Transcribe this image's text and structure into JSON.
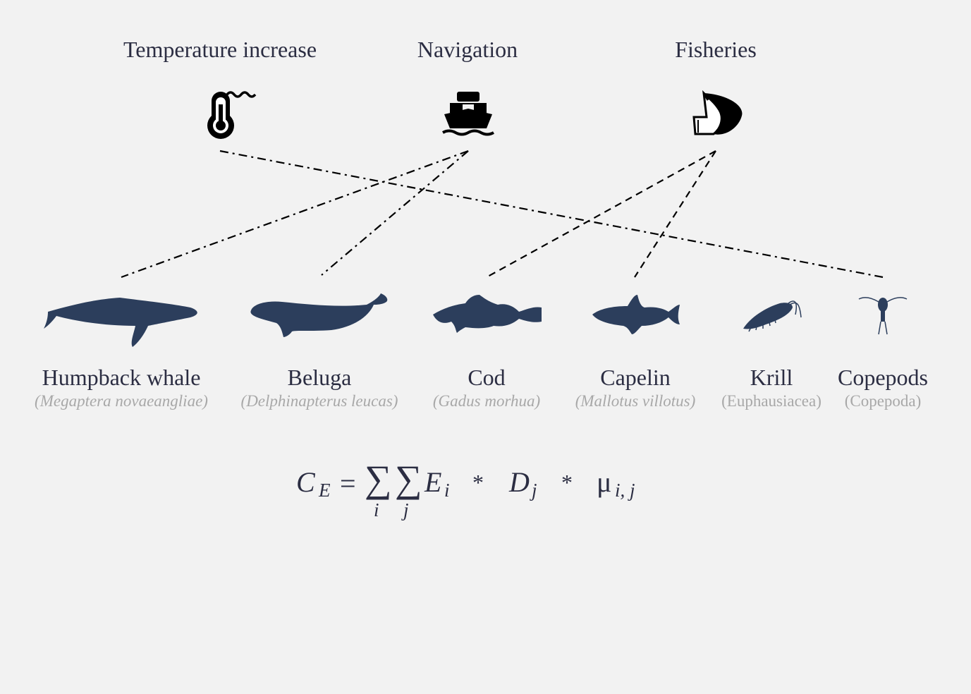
{
  "stressors": [
    {
      "label": "Temperature increase",
      "icon": "thermometer-icon"
    },
    {
      "label": "Navigation",
      "icon": "ship-icon"
    },
    {
      "label": "Fisheries",
      "icon": "fishing-net-icon"
    }
  ],
  "species": [
    {
      "name": "Humpback whale",
      "scientific": "(Megaptera novaeangliae)",
      "italic": true,
      "icon": "humpback-whale-icon"
    },
    {
      "name": "Beluga",
      "scientific": "(Delphinapterus leucas)",
      "italic": true,
      "icon": "beluga-icon"
    },
    {
      "name": "Cod",
      "scientific": "(Gadus morhua)",
      "italic": true,
      "icon": "cod-icon"
    },
    {
      "name": "Capelin",
      "scientific": "(Mallotus villotus)",
      "italic": true,
      "icon": "capelin-icon"
    },
    {
      "name": "Krill",
      "scientific": "(Euphausiacea)",
      "italic": false,
      "icon": "krill-icon"
    },
    {
      "name": "Copepods",
      "scientific": "(Copepoda)",
      "italic": false,
      "icon": "copepod-icon"
    }
  ],
  "links": [
    {
      "from": "Temperature increase",
      "to": "Copepods"
    },
    {
      "from": "Navigation",
      "to": "Humpback whale"
    },
    {
      "from": "Navigation",
      "to": "Beluga"
    },
    {
      "from": "Fisheries",
      "to": "Cod"
    },
    {
      "from": "Fisheries",
      "to": "Capelin"
    }
  ],
  "formula": {
    "C": "C",
    "sub_E": "E",
    "eq": "=",
    "sigma": "∑",
    "sum_i": "i",
    "sum_j": "j",
    "E": "E",
    "E_sub": "i",
    "times": "*",
    "D": "D",
    "D_sub": "j",
    "mu": "μ",
    "mu_sub": "i, j"
  },
  "colors": {
    "background": "#f2f2f2",
    "text": "#2b2d42",
    "species_fill": "#2c3e5c",
    "scientific_text": "#a8a8a8",
    "link": "#000000"
  }
}
